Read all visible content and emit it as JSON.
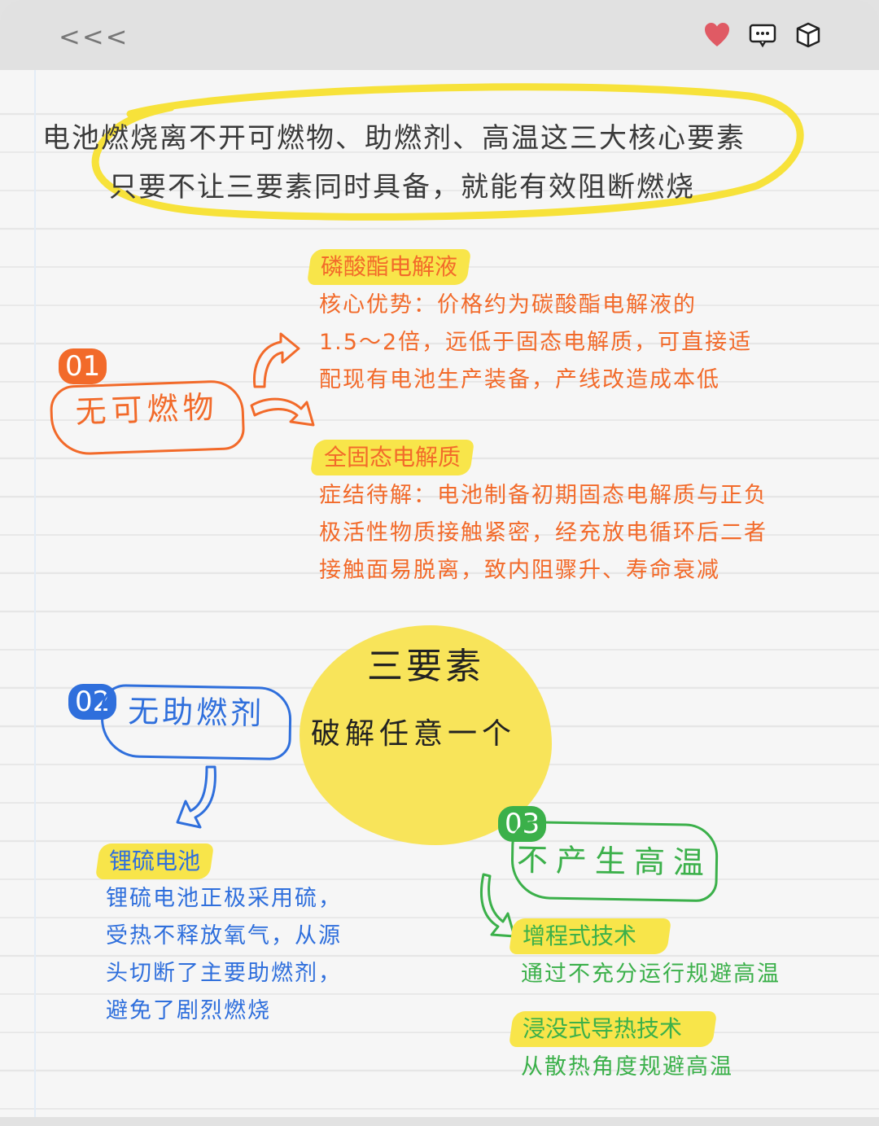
{
  "header": {
    "back_label": "<<<",
    "icons": [
      "heart-icon",
      "comment-icon",
      "cube-icon"
    ]
  },
  "intro": {
    "line1": "电池燃烧离不开可燃物、助燃剂、高温这三大核心要素",
    "line2": "只要不让三要素同时具备，就能有效阻断燃烧"
  },
  "center": {
    "title": "三要素",
    "subtitle": "破解任意一个"
  },
  "sections": [
    {
      "number": "01",
      "title": "无可燃物",
      "color": "#f26a2a",
      "items": [
        {
          "tag": "磷酸酯电解液",
          "lines": [
            "核心优势：价格约为碳酸酯电解液的",
            "1.5～2倍，远低于固态电解质，可直接适",
            "配现有电池生产装备，产线改造成本低"
          ]
        },
        {
          "tag": "全固态电解质",
          "lines": [
            "症结待解：电池制备初期固态电解质与正负",
            "极活性物质接触紧密，经充放电循环后二者",
            "接触面易脱离，致内阻骤升、寿命衰减"
          ]
        }
      ]
    },
    {
      "number": "02",
      "title": "无助燃剂",
      "color": "#2f6fdc",
      "items": [
        {
          "tag": "锂硫电池",
          "lines": [
            "锂硫电池正极采用硫，",
            "受热不释放氧气，从源",
            "头切断了主要助燃剂，",
            "避免了剧烈燃烧"
          ]
        }
      ]
    },
    {
      "number": "03",
      "title": "不产生高温",
      "color": "#3bb04a",
      "items": [
        {
          "tag": "增程式技术",
          "lines": [
            "通过不充分运行规避高温"
          ]
        },
        {
          "tag": "浸没式导热技术",
          "lines": [
            "从散热角度规避高温"
          ]
        }
      ]
    }
  ],
  "colors": {
    "highlight": "#f8e54a",
    "orange": "#f26a2a",
    "blue": "#2f6fdc",
    "green": "#3bb04a",
    "heart": "#e05a64"
  }
}
